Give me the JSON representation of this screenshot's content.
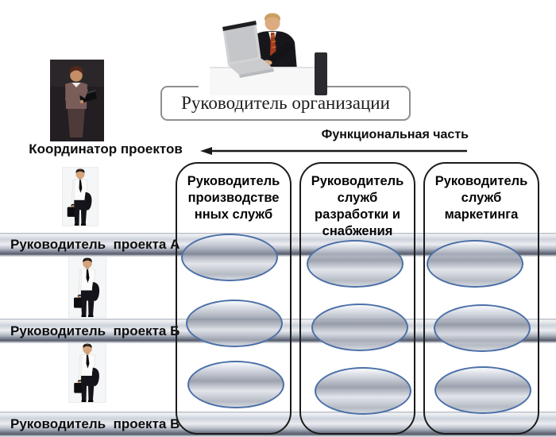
{
  "diagram": {
    "org_head": {
      "title": "Руководитель организации"
    },
    "coordinator": {
      "label": "Координатор проектов"
    },
    "functional": {
      "label": "Функциональная часть"
    },
    "columns": [
      {
        "label": "Руководитель производстве нных служб"
      },
      {
        "label": "Руководитель служб разработки и снабжения"
      },
      {
        "label": "Руководитель служб маркетинга"
      }
    ],
    "project_rows": [
      {
        "label": "Руководитель  проекта А"
      },
      {
        "label": "Руководитель  проекта Б"
      },
      {
        "label": "Руководитель  проекта В"
      }
    ],
    "photos": {
      "org_head_photo": "man-at-desk-with-laptop",
      "coordinator_photo": "woman-with-laptop",
      "project_manager_photo": "standing-man-with-briefcase"
    },
    "colors": {
      "ellipse_border": "#4c70a8",
      "column_border": "#1b1b1b",
      "bar_highlight": "#ecedf1",
      "bar_shadow": "#575c69",
      "arrow": "#1a1a1a"
    }
  }
}
